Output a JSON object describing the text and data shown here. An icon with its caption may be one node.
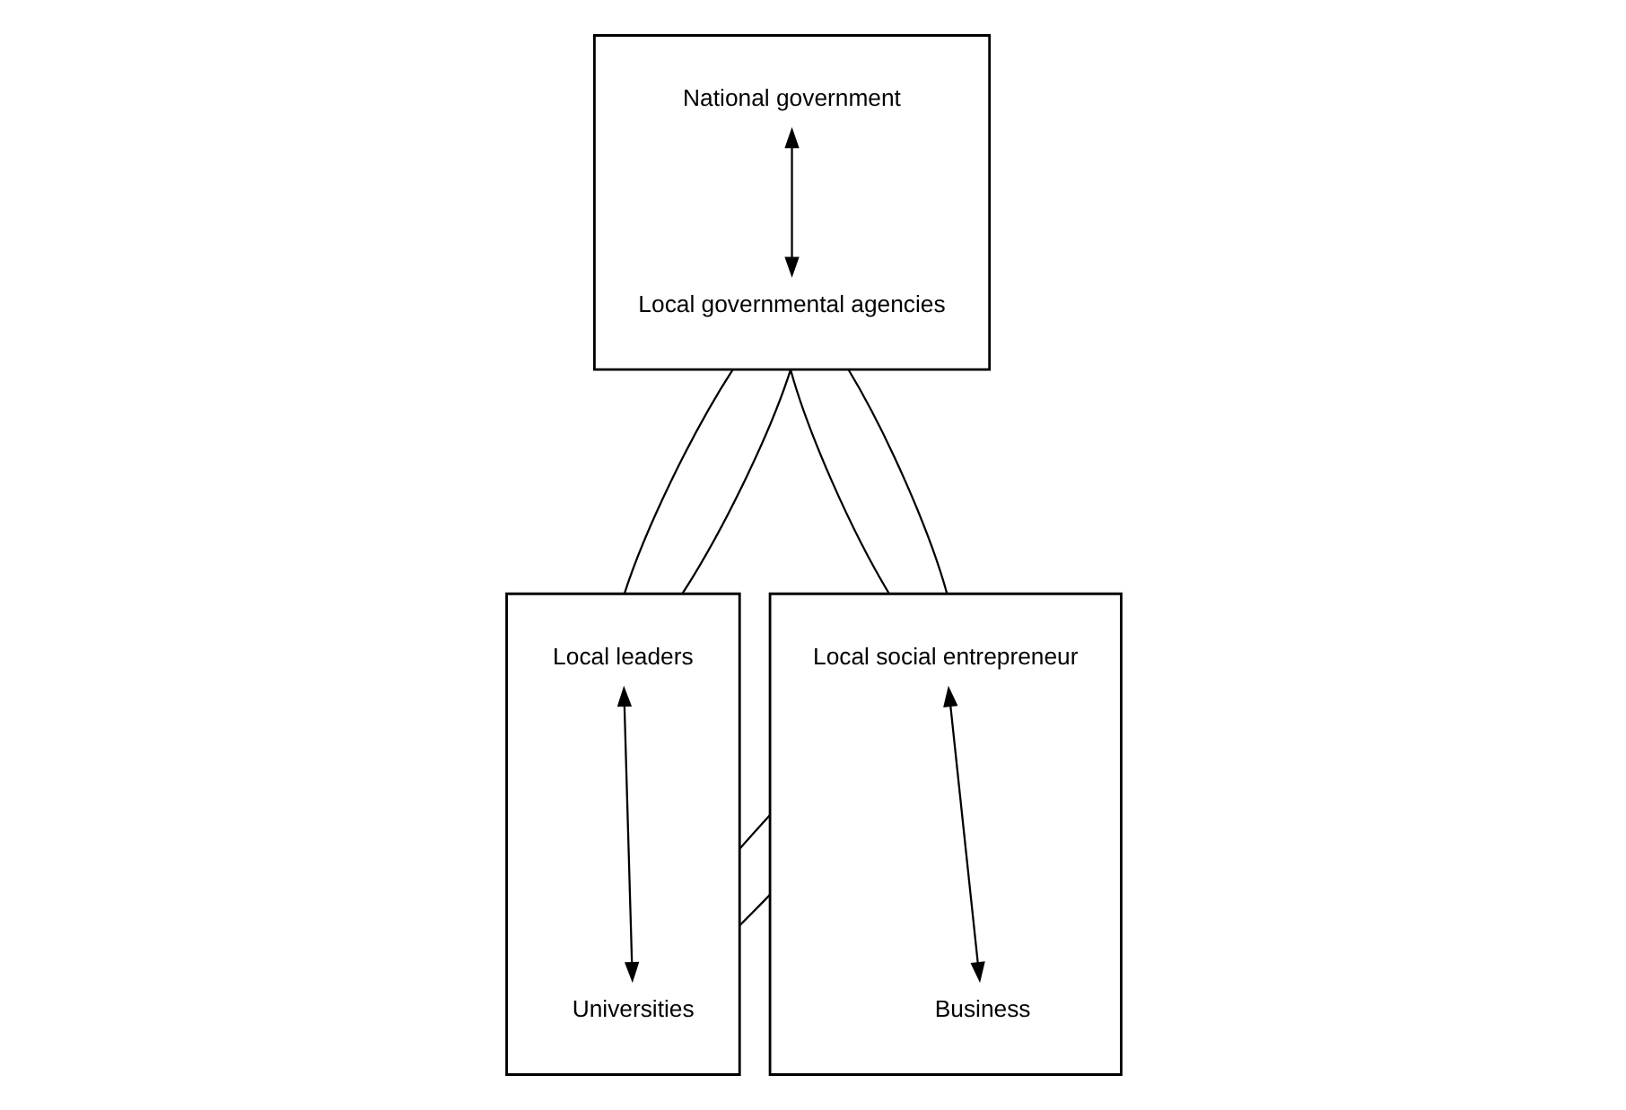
{
  "diagram": {
    "nodes": [
      {
        "text": [],
        "shape": "box"
      },
      {
        "text": [
          "National government"
        ],
        "in": 0
      },
      {
        "text": [
          "Local governmental agencies"
        ],
        "in": 0
      },
      {
        "text": [],
        "shape": "box"
      },
      {
        "text": [
          "Local leaders"
        ],
        "in": 3
      },
      {
        "text": [
          "Universities"
        ],
        "in": 3
      },
      {
        "text": [],
        "shape": "box"
      },
      {
        "text": [
          "Local social entrepreneur"
        ],
        "in": 6
      },
      {
        "text": [
          "Business"
        ],
        "in": 6
      }
    ],
    "edges": [
      {
        "from": 1,
        "to": 2,
        "arrow": "both"
      },
      {
        "from": 4,
        "to": 5,
        "arrow": "both"
      },
      {
        "from": 7,
        "to": 8,
        "arrow": "both"
      },
      {
        "from": 0,
        "to": 3,
        "arrow": "none"
      },
      {
        "from": 0,
        "to": 3,
        "arrow": "none"
      },
      {
        "from": 0,
        "to": 6,
        "arrow": "none"
      },
      {
        "from": 0,
        "to": 6,
        "arrow": "none"
      },
      {
        "from": 3,
        "to": 6,
        "arrow": "none"
      },
      {
        "from": 3,
        "to": 6,
        "arrow": "none"
      }
    ]
  }
}
